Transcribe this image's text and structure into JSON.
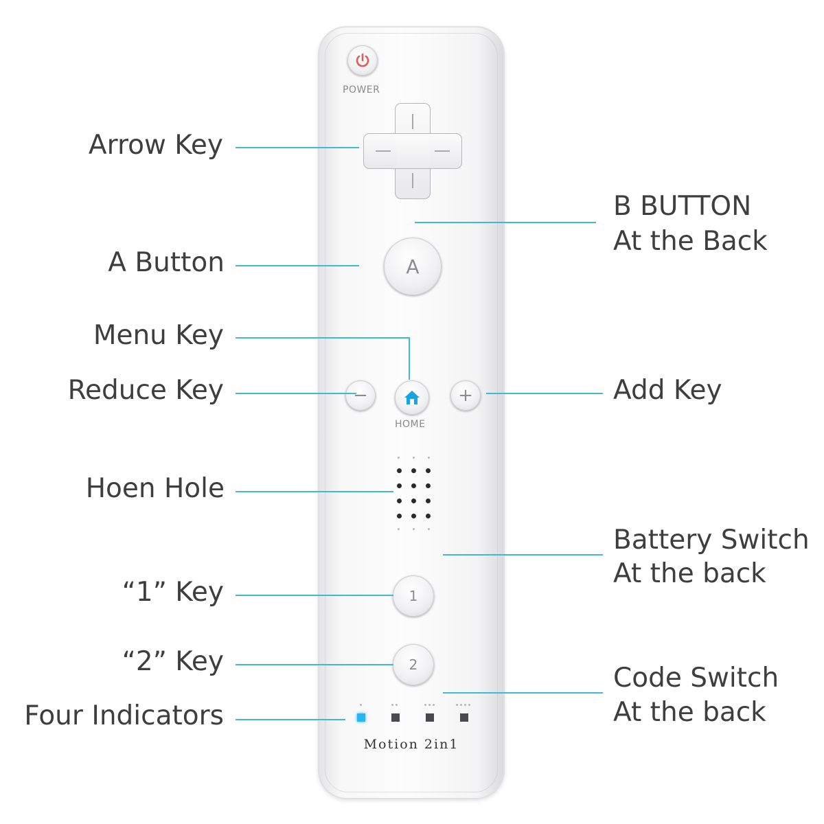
{
  "labels": {
    "arrow_key": "Arrow Key",
    "b_button_line1": "B BUTTON",
    "b_button_line2": "At the Back",
    "a_button": "A Button",
    "menu_key": "Menu Key",
    "reduce_key": "Reduce Key",
    "add_key": "Add Key",
    "hoen_hole": "Hoen Hole",
    "battery_line1": "Battery Switch",
    "battery_line2": "At the back",
    "key_1": "“1”  Key",
    "key_2": "“2”  Key",
    "code_line1": "Code Switch",
    "code_line2": "At the back",
    "four_indicators": "Four Indicators"
  },
  "remote": {
    "power_text": "POWER",
    "a_text": "A",
    "minus_text": "−",
    "plus_text": "+",
    "home_text": "HOME",
    "one_text": "1",
    "two_text": "2",
    "brand_text": "Motion 2in1"
  },
  "colors": {
    "leader_line": "#3fb8dc",
    "label_text": "#3e3e3e",
    "power_icon": "#e35b5b",
    "home_icon": "#1aa3dd",
    "indicator_active": "#27b6f0"
  }
}
